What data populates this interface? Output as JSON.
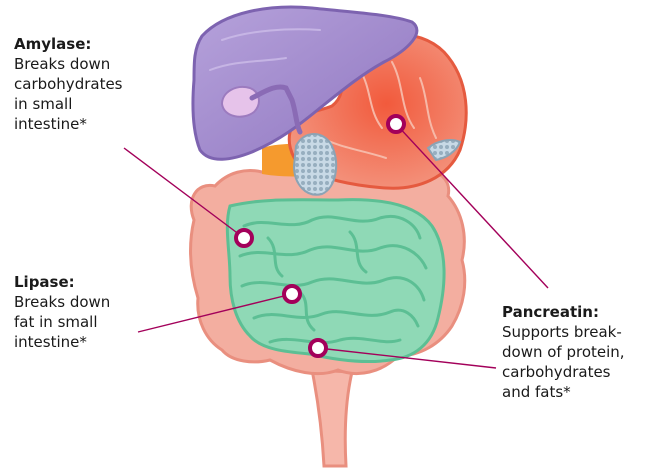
{
  "callouts": {
    "amylase": {
      "title": "Amylase:",
      "lines": [
        "Breaks down",
        "carbohydrates",
        "in small",
        "intestine*"
      ]
    },
    "lipase": {
      "title": "Lipase:",
      "lines": [
        "Breaks down",
        "fat in small",
        "intestine*"
      ]
    },
    "pancreatin": {
      "title": "Pancreatin:",
      "lines": [
        "Supports break-",
        "down of protein,",
        "carbohydrates",
        "and fats*"
      ]
    }
  },
  "colors": {
    "accent": "#a3005a",
    "liver": "#9b80c8",
    "stomach": "#ee6a4f",
    "large_intestine": "#f3aea0",
    "small_intestine": "#8fd9b6",
    "pancreas": "#f59a2e",
    "gallbladder": "#b6d3e6"
  }
}
